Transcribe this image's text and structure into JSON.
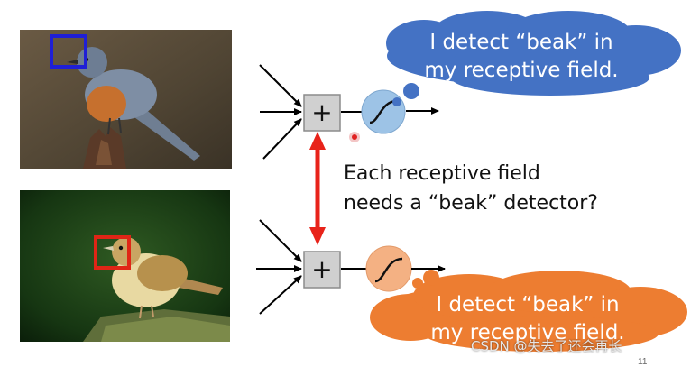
{
  "cloud_top": {
    "line1": "I detect “beak” in",
    "line2": "my receptive field."
  },
  "cloud_bottom": {
    "line1": "I detect “beak” in",
    "line2": "my receptive field."
  },
  "question": {
    "line1": "Each receptive field",
    "line2": "needs a “beak” detector?"
  },
  "adder_symbol": "+",
  "watermark": "CSDN @失去了还会再长",
  "page_number": "11",
  "colors": {
    "cloud_top": "#4472c4",
    "cloud_bottom": "#ed7d31",
    "roi_top": "#1f1fd6",
    "roi_bottom": "#e02516",
    "double_arrow": "#e8231a",
    "neuron_top": "#9dc3e6",
    "neuron_bottom": "#f4b183",
    "adder_box": "#d0d0d0"
  }
}
